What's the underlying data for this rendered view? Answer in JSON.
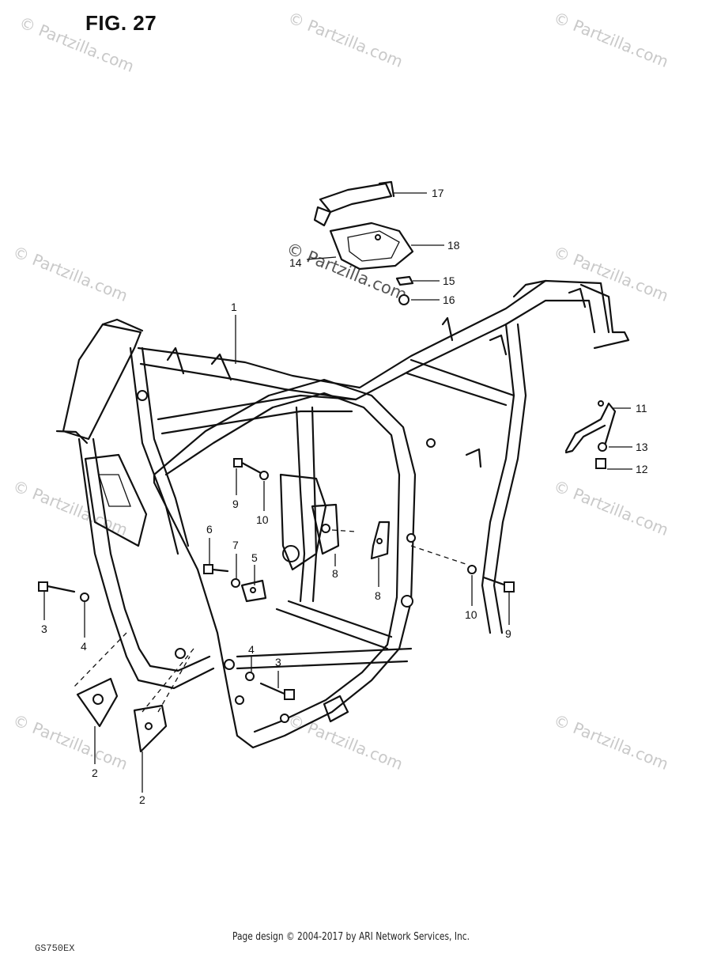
{
  "figure": {
    "title": "FIG. 27",
    "code": "GS750EX"
  },
  "footer": "Page design © 2004-2017 by ARI Network Services, Inc.",
  "watermark": {
    "text": "© Partzilla.com",
    "center_text": "© Partzilla.com"
  },
  "callouts": {
    "c1": "1",
    "c2a": "2",
    "c2b": "2",
    "c3a": "3",
    "c3b": "3",
    "c4a": "4",
    "c4b": "4",
    "c5": "5",
    "c6": "6",
    "c7": "7",
    "c8a": "8",
    "c8b": "8",
    "c9a": "9",
    "c9b": "9",
    "c10a": "10",
    "c10b": "10",
    "c11": "11",
    "c12": "12",
    "c13": "13",
    "c14": "14",
    "c15": "15",
    "c16": "16",
    "c17": "17",
    "c18": "18"
  },
  "colors": {
    "line": "#111111",
    "watermark": "#c9c9c9",
    "background": "#ffffff"
  }
}
